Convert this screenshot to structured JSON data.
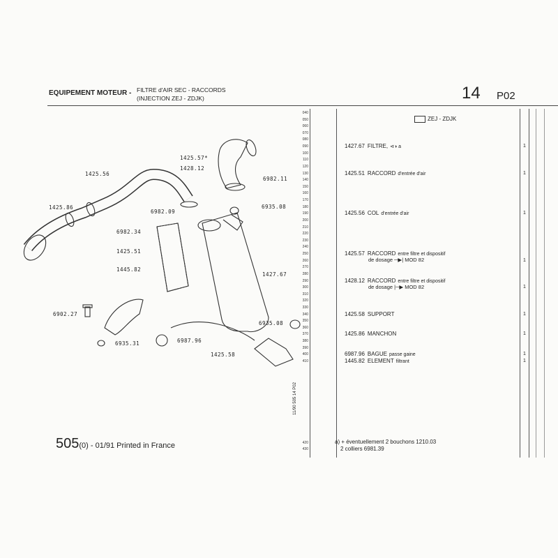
{
  "header": {
    "section": "EQUIPEMENT MOTEUR -",
    "subtitle_1": "FILTRE d'AIR SEC - RACCORDS",
    "subtitle_2": "(INJECTION ZEJ - ZDJK)",
    "group": "14",
    "page": "P02"
  },
  "row_numbers": [
    "040",
    "050",
    "060",
    "070",
    "080",
    "090",
    "100",
    "110",
    "120",
    "130",
    "140",
    "150",
    "160",
    "170",
    "180",
    "190",
    "200",
    "210",
    "220",
    "230",
    "240",
    "250",
    "260",
    "270",
    "280",
    "290",
    "300",
    "310",
    "320",
    "330",
    "340",
    "350",
    "360",
    "370",
    "380",
    "390",
    "400",
    "410"
  ],
  "engine_code": "ZEJ - ZDJK",
  "parts": [
    {
      "row": "090",
      "ref": "1427.67",
      "name": "FILTRE,",
      "detail": "⊲◑ a",
      "qty": "1"
    },
    {
      "row": "130",
      "ref": "1425.51",
      "name": "RACCORD",
      "detail": "d'entrée d'air",
      "qty": "1"
    },
    {
      "row": "190",
      "ref": "1425.56",
      "name": "COL",
      "detail": "d'entrée d'air",
      "qty": "1"
    },
    {
      "row": "250",
      "ref": "1425.57",
      "name": "RACCORD",
      "detail": "entre filtre et dispositif",
      "line2": "de dosage ─▶| MOD 82",
      "qty": "1"
    },
    {
      "row": "290",
      "ref": "1428.12",
      "name": "RACCORD",
      "detail": "entre filtre et dispositif",
      "line2": "de dosage |─▶ MOD 82",
      "qty": "1"
    },
    {
      "row": "340",
      "ref": "1425.58",
      "name": "SUPPORT",
      "detail": "",
      "qty": "1"
    },
    {
      "row": "370",
      "ref": "1425.86",
      "name": "MANCHON",
      "detail": "",
      "qty": "1"
    },
    {
      "row": "400",
      "ref": "6987.96",
      "name": "BAGUE",
      "detail": "passe gaine",
      "qty": "1"
    },
    {
      "row": "410",
      "ref": "1445.82",
      "name": "ELEMENT",
      "detail": "filtrant",
      "qty": "1"
    }
  ],
  "notes": {
    "row_420": "420",
    "row_430": "430",
    "line1": "a)  +  éventuellement 2 bouchons 1210.03",
    "line2": "2 colliers 6981.39"
  },
  "diagram": {
    "labels": [
      "1425.57*",
      "1428.12",
      "1425.56",
      "6982.11",
      "1425.86",
      "6982.09",
      "6935.08",
      "6982.34",
      "1425.51",
      "1445.82",
      "1427.67",
      "6902.27",
      "6935.08",
      "6935.31",
      "6987.96",
      "1425.58"
    ]
  },
  "vertical_code": "11/90  505  14 P02",
  "footer": {
    "model": "505",
    "text": "(0) - 01/91 Printed in France"
  }
}
